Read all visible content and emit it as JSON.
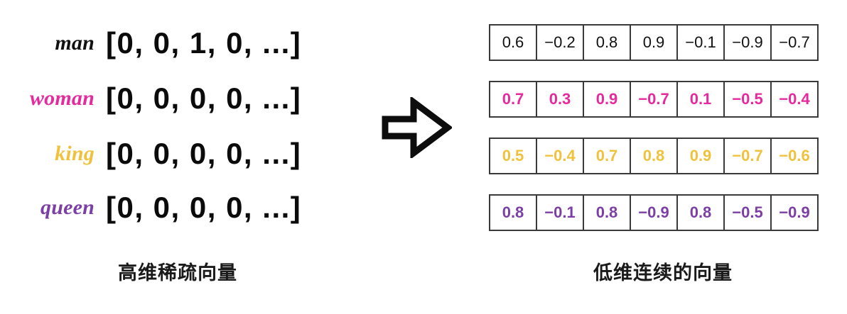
{
  "colors": {
    "man": "#111111",
    "woman": "#E62A9E",
    "king": "#F0C23C",
    "queen": "#7B3FA6",
    "cell_border": "#3a3a3a",
    "background": "#ffffff",
    "arrow": "#0d0d0d"
  },
  "sparse": {
    "rows": [
      {
        "word": "man",
        "vector": "[0, 0, 1, 0, ...]"
      },
      {
        "word": "woman",
        "vector": "[0, 0, 0, 0, ...]"
      },
      {
        "word": "king",
        "vector": "[0, 0, 0, 0, ...]"
      },
      {
        "word": "queen",
        "vector": "[0, 0, 0, 0, ...]"
      }
    ]
  },
  "dense": {
    "rows": [
      {
        "word": "man",
        "values": [
          "0.6",
          "−0.2",
          "0.8",
          "0.9",
          "−0.1",
          "−0.9",
          "−0.7"
        ]
      },
      {
        "word": "woman",
        "values": [
          "0.7",
          "0.3",
          "0.9",
          "−0.7",
          "0.1",
          "−0.5",
          "−0.4"
        ]
      },
      {
        "word": "king",
        "values": [
          "0.5",
          "−0.4",
          "0.7",
          "0.8",
          "0.9",
          "−0.7",
          "−0.6"
        ]
      },
      {
        "word": "queen",
        "values": [
          "0.8",
          "−0.1",
          "0.8",
          "−0.9",
          "0.8",
          "−0.5",
          "−0.9"
        ]
      }
    ]
  },
  "arrow": {
    "icon": "arrow-right-outline-icon",
    "direction": "right"
  },
  "captions": {
    "left": "高维稀疏向量",
    "right": "低维连续的向量"
  }
}
